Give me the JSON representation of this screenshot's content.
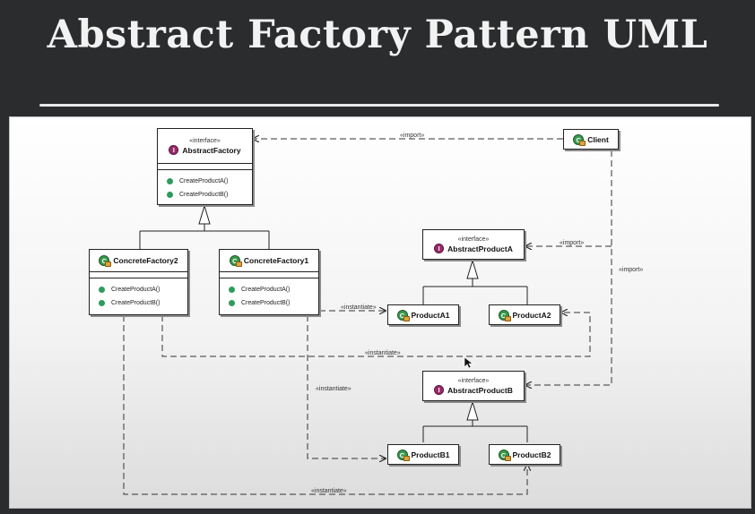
{
  "slide": {
    "title": "Abstract Factory Pattern UML"
  },
  "stereotype": "«interface»",
  "classes": {
    "abstract_factory": {
      "name": "AbstractFactory",
      "methods": [
        "CreateProductA()",
        "CreateProductB()"
      ]
    },
    "concrete_factory2": {
      "name": "ConcreteFactory2",
      "methods": [
        "CreateProductA()",
        "CreateProductB()"
      ]
    },
    "concrete_factory1": {
      "name": "ConcreteFactory1",
      "methods": [
        "CreateProductA()",
        "CreateProductB()"
      ]
    },
    "client": {
      "name": "Client"
    },
    "abstract_product_a": {
      "name": "AbstractProductA"
    },
    "abstract_product_b": {
      "name": "AbstractProductB"
    },
    "product_a1": {
      "name": "ProductA1"
    },
    "product_a2": {
      "name": "ProductA2"
    },
    "product_b1": {
      "name": "ProductB1"
    },
    "product_b2": {
      "name": "ProductB2"
    }
  },
  "edge_labels": {
    "import_factory": "«import»",
    "import_product_a": "«import»",
    "import_product_b": "«import»",
    "instantiate_a1": "«instantiate»",
    "instantiate_a2": "«instantiate»",
    "instantiate_b1": "«instantiate»",
    "instantiate_b2": "«instantiate»"
  },
  "colors": {
    "interface_badge": "#9b2a69",
    "class_badge": "#3a9a4c",
    "method_dot": "#2d9b5d"
  },
  "icons": {
    "interface_badge": "interface-badge-icon",
    "class_badge": "class-badge-icon",
    "method_dot": "public-method-icon"
  }
}
